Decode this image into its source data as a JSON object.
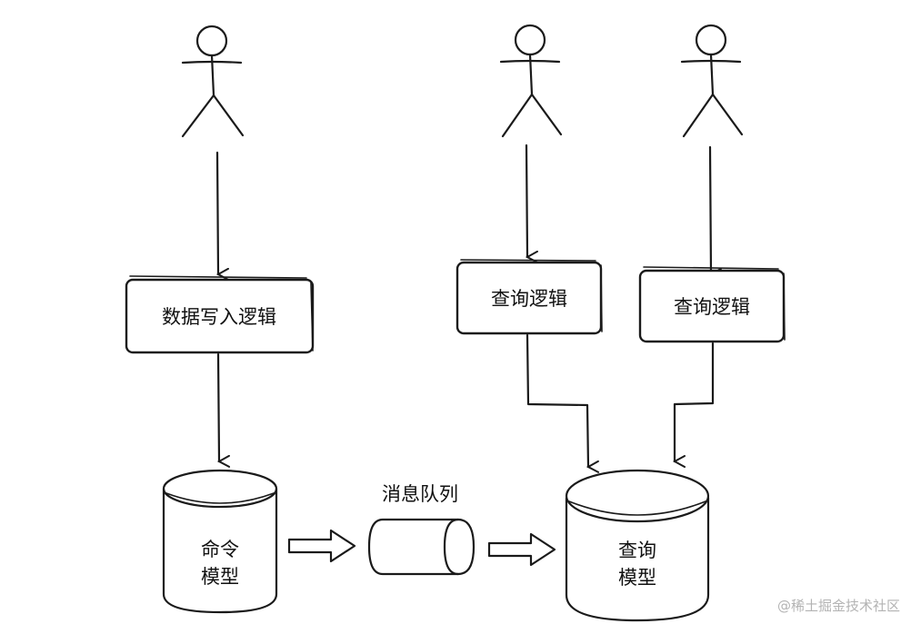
{
  "diagram": {
    "logic_boxes": {
      "write": "数据写入逻辑",
      "query_left": "查询逻辑",
      "query_right": "查询逻辑"
    },
    "stores": {
      "command_line1": "命令",
      "command_line2": "模型",
      "query_line1": "查询",
      "query_line2": "模型"
    },
    "queue_label": "消息队列",
    "watermark": "@稀土掘金技术社区"
  }
}
